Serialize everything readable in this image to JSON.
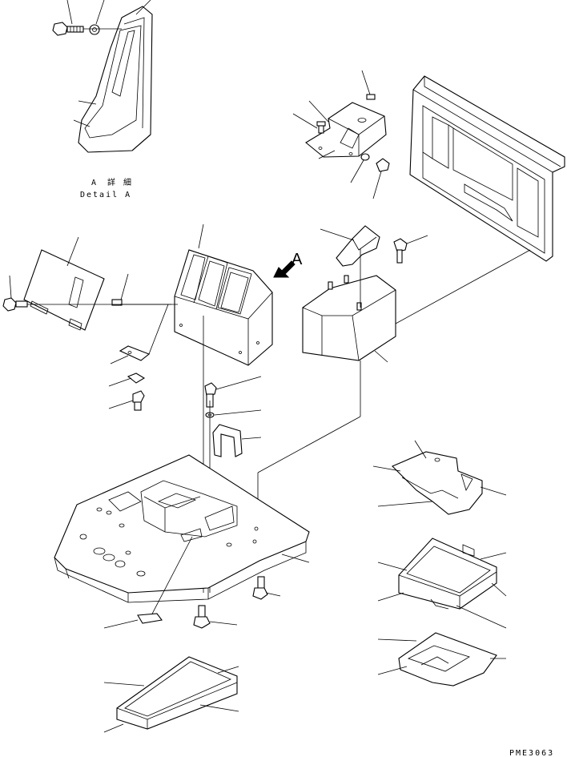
{
  "detail": {
    "letter": "A",
    "kanji": "詳 細",
    "caption": "Detail A"
  },
  "view_letter": "A",
  "drawing_number": "PME3063"
}
